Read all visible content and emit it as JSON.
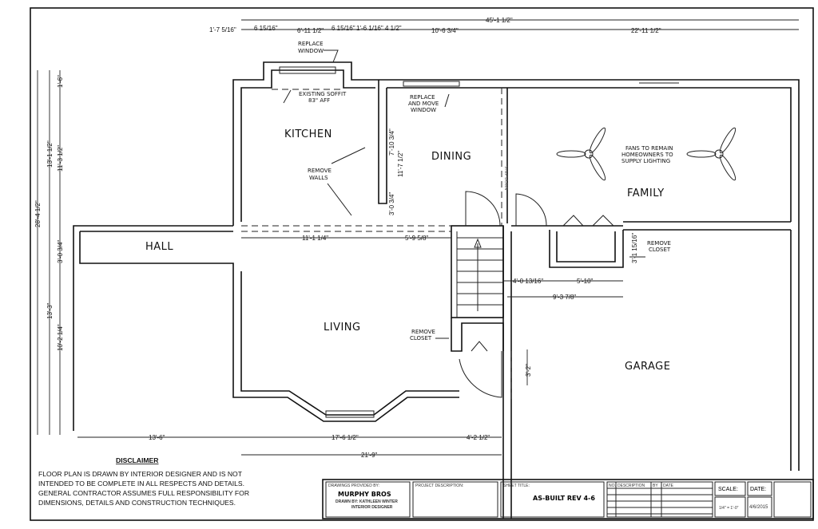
{
  "rooms": {
    "kitchen": "KITCHEN",
    "dining": "DINING",
    "family": "FAMILY",
    "hall": "HALL",
    "living": "LIVING",
    "garage": "GARAGE"
  },
  "notes": {
    "replace_window": [
      "REPLACE",
      "WINDOW"
    ],
    "existing_soffit": [
      "EXISTING SOFFIT",
      "83\" AFF"
    ],
    "replace_move_window": [
      "REPLACE",
      "AND MOVE",
      "WINDOW"
    ],
    "remove_walls": [
      "REMOVE",
      "WALLS"
    ],
    "fans": [
      "FANS TO REMAIN",
      "HOMEOWNERS TO",
      "SUPPLY LIGHTING"
    ],
    "remove_closet_family": [
      "REMOVE",
      "CLOSET"
    ],
    "remove_closet_living": [
      "REMOVE",
      "CLOSET"
    ],
    "step_down": "STEP DOWN"
  },
  "dimensions": {
    "top_overall": "45'-1 1/2\"",
    "top": [
      "1'-7 5/16\"",
      "6 15/16\"",
      "6'-11 1/2\"",
      "6 15/16\"",
      "1'-6 1/16\"",
      "4 1/2\"",
      "10'-6 3/4\"",
      "22'-11 1/2\""
    ],
    "left_overall": "28'-4 1/2\"",
    "left_mid": [
      "13'-1 1/2\"",
      "13'-3\""
    ],
    "left_inner": [
      "1'-6\"",
      "11'-3 1/2\"",
      "3'-0 3/4\"",
      "10'-2 1/4\""
    ],
    "interior": [
      "11'-1 1/4\"",
      "5'-9 5/8\"",
      "7'-10 3/4\"",
      "11'-7 1/2\"",
      "3'-0 3/4\"",
      "3'-1 15/16\"",
      "4'-0 13/16\"",
      "5'-10\"",
      "9'-3 7/8\"",
      "3'-2\""
    ],
    "bottom": [
      "13'-6\"",
      "17'-6 1/2\"",
      "4'-2 1/2\"",
      "21'-9\""
    ]
  },
  "disclaimer": {
    "title": "DISCLAIMER",
    "lines": [
      "FLOOR PLAN IS DRAWN BY INTERIOR DESIGNER AND IS NOT",
      "INTENDED TO BE COMPLETE IN ALL RESPECTS AND DETAILS.",
      "GENERAL CONTRACTOR ASSUMES FULL RESPONSIBILITY FOR",
      "DIMENSIONS, DETAILS AND CONSTRUCTION TECHNIQUES."
    ]
  },
  "title_block": {
    "drawings_label": "DRAWINGS PROVIDED BY:",
    "company": "MURPHY BROS",
    "drawn_by": "DRAWN BY: KATHLEEN WINTER",
    "designer": "INTERIOR DESIGNER",
    "project_label": "PROJECT DESCRIPTION:",
    "sheet_label": "SHEET TITLE:",
    "sheet_title": "AS-BUILT REV 4-6",
    "rev_headers": [
      "NO.",
      "DESCRIPTION",
      "BY",
      "DATE"
    ],
    "scale_label": "SCALE:",
    "scale_value": "1/4\" = 1'-0\"",
    "date_label": "DATE:",
    "date_value": "4/6/2015"
  }
}
